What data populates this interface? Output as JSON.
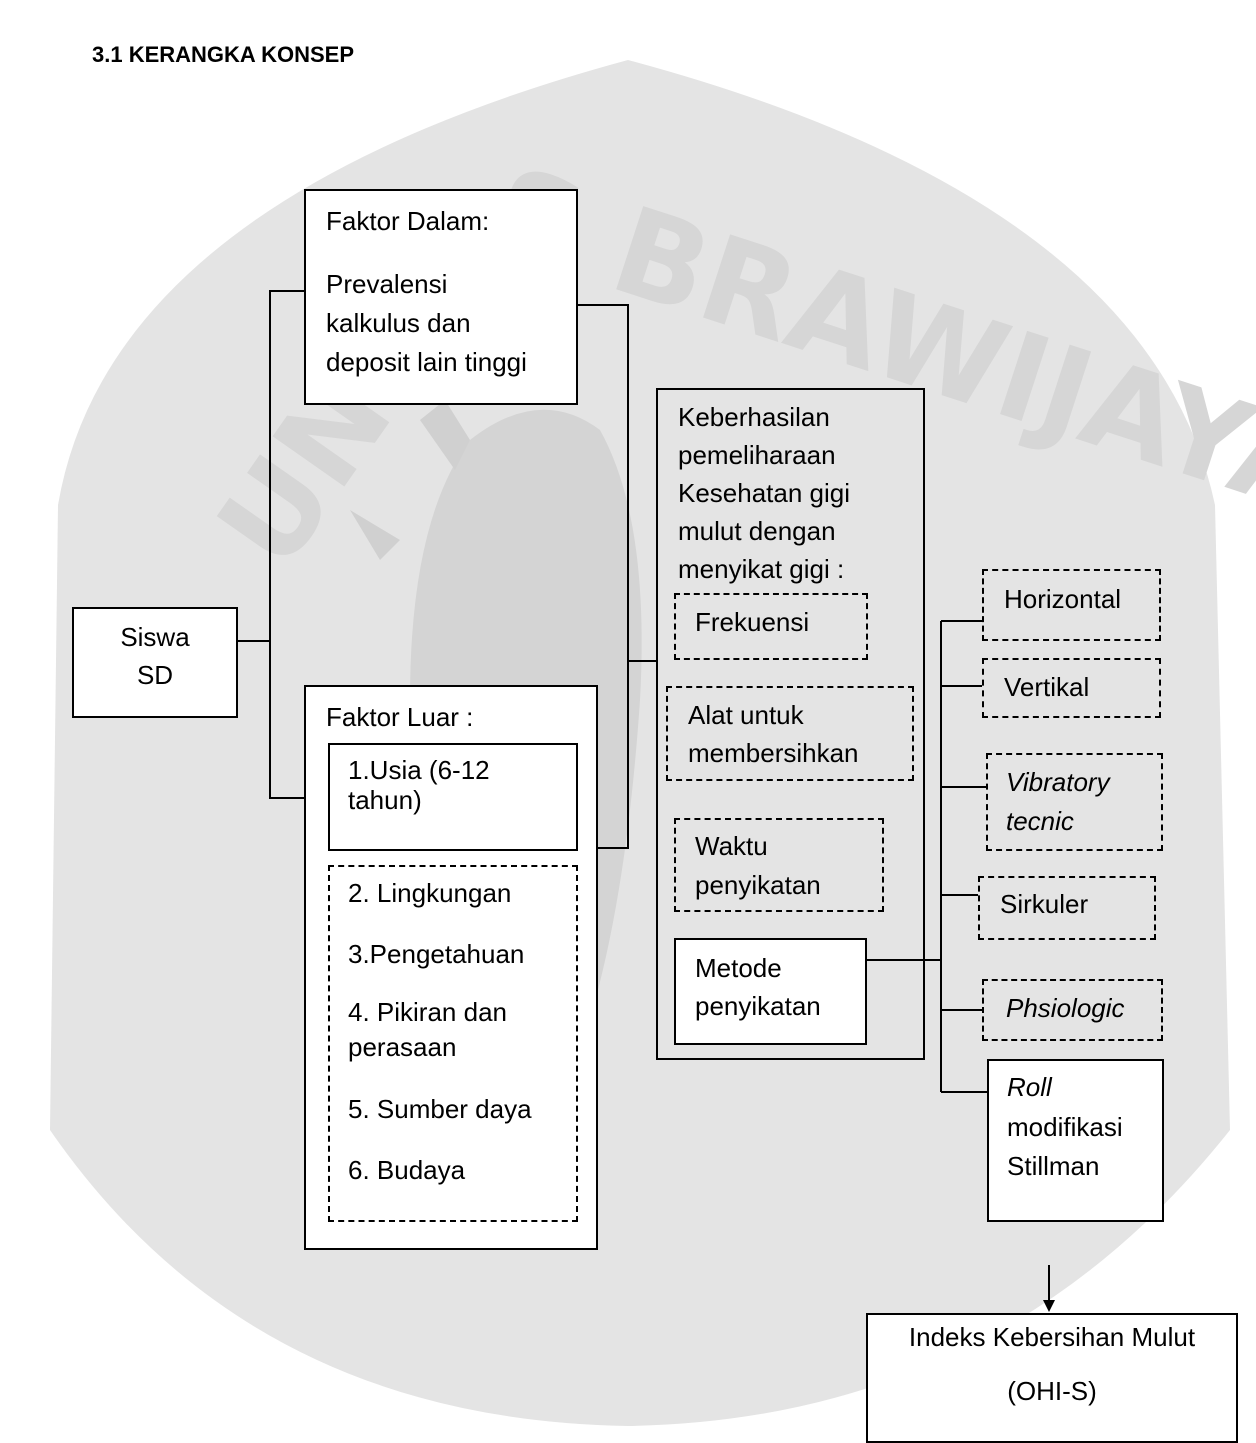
{
  "heading": "3.1 KERANGKA KONSEP",
  "watermark": {
    "top_text": "S BRAWIJAYA",
    "left_text": "UNIV"
  },
  "nodes": {
    "siswa": [
      "Siswa",
      "SD"
    ],
    "faktor_dalam": {
      "title": "Faktor Dalam:",
      "lines": [
        "Prevalensi",
        "kalkulus dan",
        "deposit lain tinggi"
      ]
    },
    "faktor_luar": {
      "title": "Faktor Luar :",
      "usia": [
        "1.Usia (6-12",
        "tahun)"
      ],
      "items": [
        "2. Lingkungan",
        "3.Pengetahuan",
        "4. Pikiran dan",
        "perasaan",
        "5. Sumber daya",
        "6. Budaya"
      ]
    },
    "keberhasilan": {
      "lines": [
        "Keberhasilan",
        "pemeliharaan",
        "Kesehatan gigi",
        "mulut dengan",
        "menyikat gigi :"
      ],
      "frekuensi": "Frekuensi",
      "alat": [
        "Alat untuk",
        "membersihkan"
      ],
      "waktu": [
        "Waktu",
        "penyikatan"
      ],
      "metode": [
        "Metode",
        "penyikatan"
      ]
    },
    "methods": {
      "horizontal": "Horizontal",
      "vertikal": "Vertikal",
      "vibratory": [
        "Vibratory",
        "tecnic"
      ],
      "sirkuler": "Sirkuler",
      "phsiologic": "Phsiologic",
      "roll": [
        "Roll",
        "modifikasi",
        "Stillman"
      ]
    },
    "indeks": [
      "Indeks Kebersihan Mulut",
      "(OHI-S)"
    ]
  }
}
